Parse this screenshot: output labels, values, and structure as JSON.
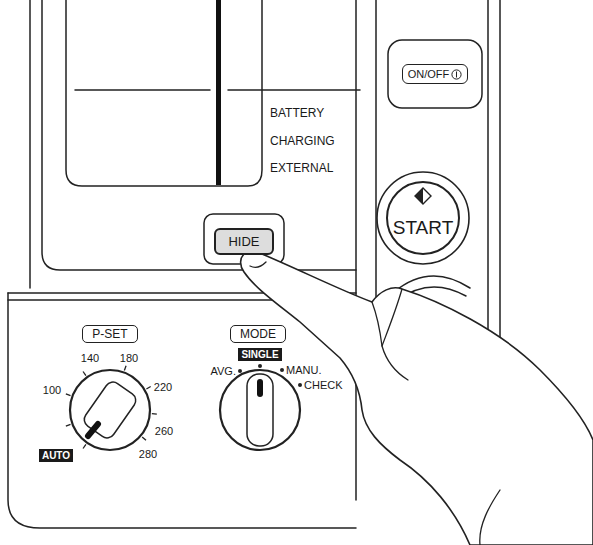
{
  "diagram": {
    "nodes": [
      {
        "text": [
          "ON/OFF"
        ]
      },
      {
        "text": [
          "START"
        ]
      },
      {
        "text": [
          "HIDE"
        ]
      },
      {
        "text": [
          "P-SET"
        ]
      },
      {
        "text": [
          "MODE"
        ]
      },
      {
        "text": [
          "AUTO"
        ]
      },
      {
        "text": [
          "SINGLE"
        ]
      }
    ],
    "labels": [
      "BATTERY",
      "CHARGING",
      "EXTERNAL",
      "140",
      "180",
      "100",
      "220",
      "260",
      "280",
      "AVG.",
      "MANU.",
      "CHECK"
    ]
  }
}
